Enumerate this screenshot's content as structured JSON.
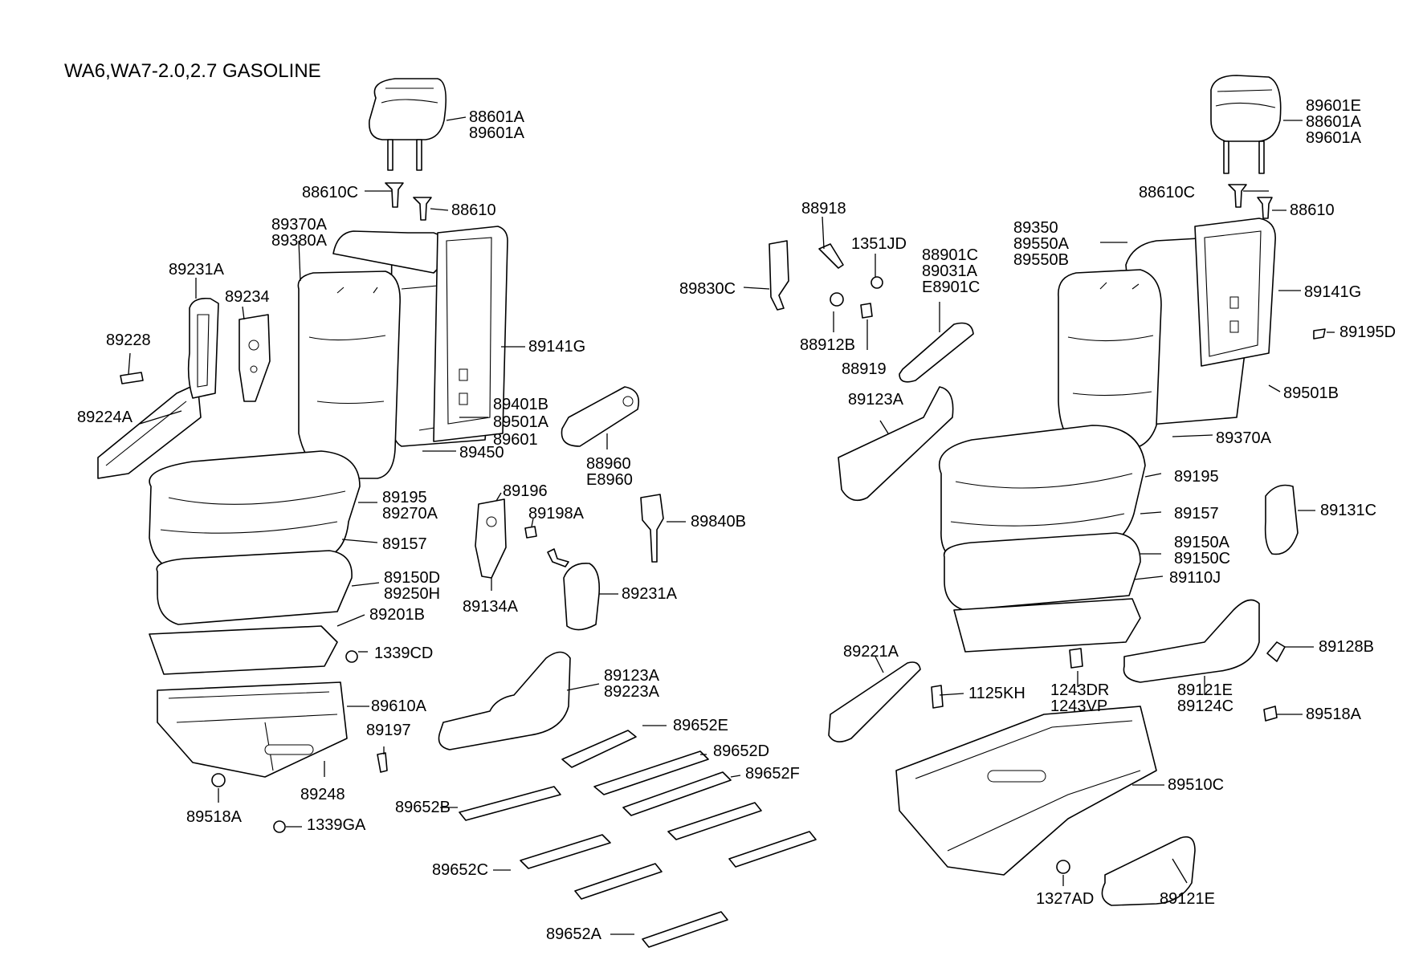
{
  "title": "WA6,WA7-2.0,2.7 GASOLINE",
  "callouts": {
    "l_88601A": "88601A",
    "l_89601A_hr": "89601A",
    "l_88610C": "88610C",
    "l_88610": "88610",
    "l_89370A": "89370A",
    "l_89380A": "89380A",
    "l_89231A_top": "89231A",
    "l_89234": "89234",
    "l_89228": "89228",
    "l_89224A": "89224A",
    "l_89141G": "89141G",
    "l_89401B": "89401B",
    "l_89501A": "89501A",
    "l_89601": "89601",
    "l_89450": "89450",
    "l_88960": "88960",
    "l_E8960": "E8960",
    "l_89195": "89195",
    "l_89270A": "89270A",
    "l_89157": "89157",
    "l_89150D": "89150D",
    "l_89250H": "89250H",
    "l_89201B": "89201B",
    "l_1339CD": "1339CD",
    "l_89610A": "89610A",
    "l_89197": "89197",
    "l_89248": "89248",
    "l_89518A_l": "89518A",
    "l_1339GA": "1339GA",
    "l_89196": "89196",
    "l_89198A": "89198A",
    "l_89134A": "89134A",
    "l_89840B": "89840B",
    "l_89231A_mid": "89231A",
    "l_89123A_mid": "89123A",
    "l_89223A": "89223A",
    "l_89652E": "89652E",
    "l_89652D": "89652D",
    "l_89652F": "89652F",
    "l_89652B": "89652B",
    "l_89652C": "89652C",
    "l_89652A": "89652A",
    "l_88918": "88918",
    "l_1351JD": "1351JD",
    "l_89830C": "89830C",
    "l_88912B": "88912B",
    "l_88919": "88919",
    "l_88901C": "88901C",
    "l_89031A": "89031A",
    "l_E8901C": "E8901C",
    "l_89123A_r": "89123A",
    "l_89601E": "89601E",
    "l_88601A_r": "88601A",
    "l_89601A_r": "89601A",
    "l_88610C_r": "88610C",
    "l_88610_r": "88610",
    "l_89350": "89350",
    "l_89550A": "89550A",
    "l_89550B": "89550B",
    "l_89141G_r": "89141G",
    "l_89195D": "89195D",
    "l_89501B": "89501B",
    "l_89370A_r": "89370A",
    "l_89195_r": "89195",
    "l_89157_r": "89157",
    "l_89150A": "89150A",
    "l_89150C": "89150C",
    "l_89110J": "89110J",
    "l_89131C": "89131C",
    "l_89221A": "89221A",
    "l_1125KH": "1125KH",
    "l_1243DR": "1243DR",
    "l_1243VP": "1243VP",
    "l_89121E": "89121E",
    "l_89124C": "89124C",
    "l_89128B": "89128B",
    "l_89518A_r": "89518A",
    "l_89510C": "89510C",
    "l_1327AD": "1327AD",
    "l_89121E_b": "89121E"
  }
}
